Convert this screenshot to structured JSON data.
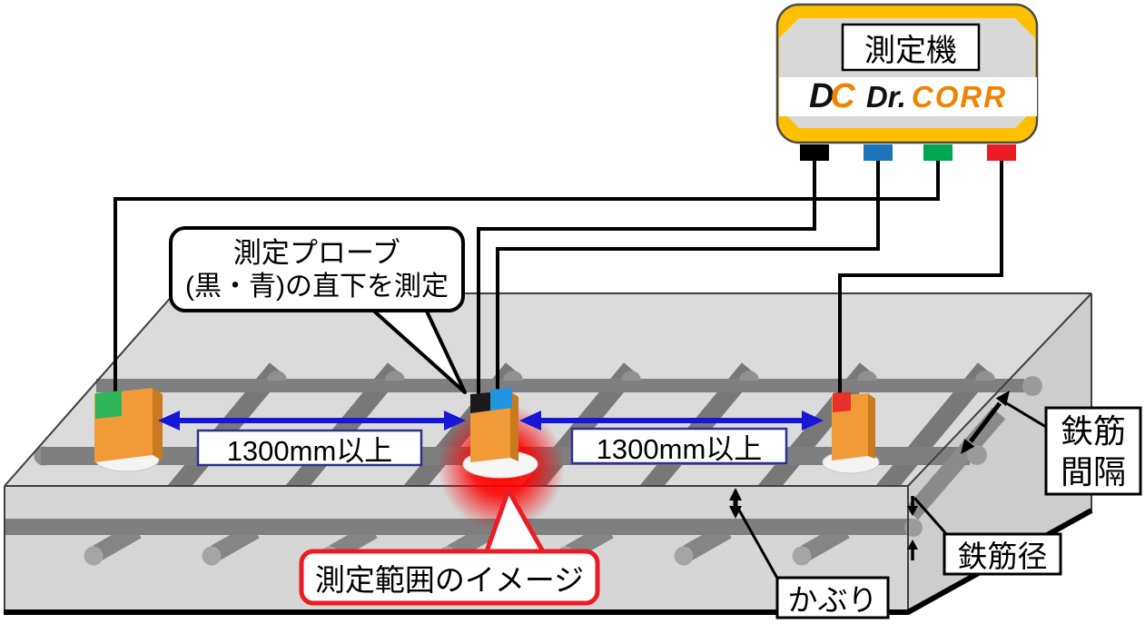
{
  "device": {
    "label": "測定機",
    "logo": {
      "monogram_d": "D",
      "monogram_c": "C",
      "dr": "Dr.",
      "corr": "CORR"
    },
    "ports": [
      {
        "label": "black",
        "color": "#000000"
      },
      {
        "label": "blue",
        "color": "#1B75BC"
      },
      {
        "label": "green",
        "color": "#00A651"
      },
      {
        "label": "red",
        "color": "#EC1C24"
      }
    ]
  },
  "callouts": {
    "probe": {
      "line1": "測定プローブ",
      "line2": "(黒・青)の直下を測定"
    },
    "range": {
      "text": "測定範囲のイメージ"
    }
  },
  "distances": {
    "left": "1300mm以上",
    "right": "1300mm以上",
    "arrow_color": "#1616D6",
    "box_border": "#2E3192"
  },
  "labels": {
    "rebar_spacing_line1": "鉄筋",
    "rebar_spacing_line2": "間隔",
    "rebar_diameter": "鉄筋径",
    "cover": "かぶり"
  },
  "colors": {
    "device_body": "#FFC000",
    "device_panel": "#D9D9D9",
    "logo_orange": "#F08300",
    "probe_body": "#F09A38",
    "probe_side": "#C9791E",
    "tab_green": "#2FB457",
    "tab_blue": "#2196E0",
    "tab_red": "#E8302A",
    "tab_black": "#1A1A1A",
    "callout_red": "#EC1C24",
    "glow_red": "#FF0000",
    "slab_top": "#DBDBDB",
    "slab_front": "#D6D6D6",
    "slab_side": "#CDCDCD",
    "rebar_gray": "#7F7F7F"
  }
}
